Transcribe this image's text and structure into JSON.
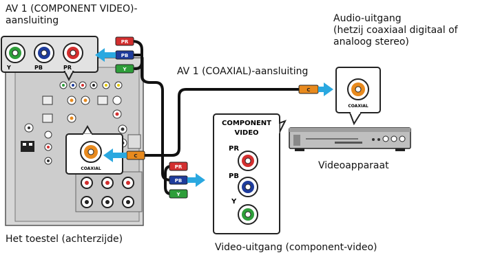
{
  "labels": {
    "av1_component_line1": "AV 1 (COMPONENT VIDEO)-",
    "av1_component_line2": "aansluiting",
    "audio_out_line1": "Audio-uitgang",
    "audio_out_line2": "(hetzij coaxiaal digitaal of",
    "audio_out_line3": "analoog stereo)",
    "av1_coaxial": "AV 1 (COAXIAL)-aansluiting",
    "video_device": "Videoapparaat",
    "unit_rear": "Het toestel (achterzijde)",
    "video_out": "Video-uitgang (component-video)"
  },
  "jacks": {
    "y": "Y",
    "pb": "PB",
    "pr": "PR",
    "coaxial": "COAXIAL"
  },
  "plugs": {
    "pr": "PR",
    "pb": "PB",
    "y": "Y",
    "c": "C"
  },
  "component_panel": {
    "title_line1": "COMPONENT",
    "title_line2": "VIDEO",
    "pr": "PR",
    "pb": "PB",
    "y": "Y"
  },
  "colors": {
    "red": "#d32f2f",
    "blue": "#1e3c9c",
    "green": "#2e9e3a",
    "orange": "#e88a1e",
    "arrow": "#2aa8e0",
    "panel_gray": "#d9d9d9"
  }
}
